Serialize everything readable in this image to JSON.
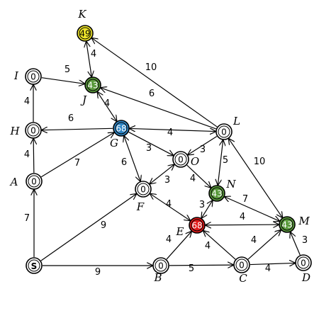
{
  "colors": {
    "default_fill": "#ffffff",
    "K": "#f0e62a",
    "J": "#5a9a3c",
    "G": "#2f86c6",
    "N": "#5a9a3c",
    "M": "#5a9a3c",
    "E": "#e01818",
    "edge": "#000000"
  },
  "nodes": [
    {
      "id": "K",
      "label": "K",
      "value": "49",
      "fill_key": "K",
      "text_color": "#000000"
    },
    {
      "id": "I",
      "label": "I",
      "value": "0"
    },
    {
      "id": "J",
      "label": "J",
      "value": "43",
      "fill_key": "J",
      "text_color": "#ffffff"
    },
    {
      "id": "H",
      "label": "H",
      "value": "0"
    },
    {
      "id": "G",
      "label": "G",
      "value": "68",
      "fill_key": "G",
      "text_color": "#ffffff"
    },
    {
      "id": "L",
      "label": "L",
      "value": "0"
    },
    {
      "id": "A",
      "label": "A",
      "value": "0"
    },
    {
      "id": "O",
      "label": "O",
      "value": "0"
    },
    {
      "id": "F",
      "label": "F",
      "value": "0"
    },
    {
      "id": "N",
      "label": "N",
      "value": "43",
      "fill_key": "N",
      "text_color": "#ffffff"
    },
    {
      "id": "E",
      "label": "E",
      "value": "68",
      "fill_key": "E",
      "text_color": "#ffffff"
    },
    {
      "id": "M",
      "label": "M",
      "value": "43",
      "fill_key": "M",
      "text_color": "#ffffff"
    },
    {
      "id": "S",
      "label": "",
      "value": "S"
    },
    {
      "id": "B",
      "label": "B",
      "value": "0"
    },
    {
      "id": "C",
      "label": "C",
      "value": "0"
    },
    {
      "id": "D",
      "label": "D",
      "value": "0"
    }
  ],
  "edges": [
    {
      "from": "S",
      "to": "A",
      "weight": "7",
      "dir": "forward"
    },
    {
      "from": "A",
      "to": "H",
      "weight": "4",
      "dir": "forward"
    },
    {
      "from": "H",
      "to": "I",
      "weight": "4",
      "dir": "forward"
    },
    {
      "from": "I",
      "to": "J",
      "weight": "5",
      "dir": "forward"
    },
    {
      "from": "J",
      "to": "K",
      "weight": "4",
      "dir": "both"
    },
    {
      "from": "L",
      "to": "K",
      "weight": "10",
      "dir": "forward"
    },
    {
      "from": "L",
      "to": "J",
      "weight": "6",
      "dir": "forward"
    },
    {
      "from": "G",
      "to": "J",
      "weight": "4",
      "dir": "both"
    },
    {
      "from": "G",
      "to": "H",
      "weight": "6",
      "dir": "forward"
    },
    {
      "from": "A",
      "to": "G",
      "weight": "7",
      "dir": "forward"
    },
    {
      "from": "G",
      "to": "L",
      "weight": "4",
      "dir": "both"
    },
    {
      "from": "G",
      "to": "O",
      "weight": "3",
      "dir": "forward"
    },
    {
      "from": "G",
      "to": "F",
      "weight": "6",
      "dir": "both"
    },
    {
      "from": "F",
      "to": "O",
      "weight": "3",
      "dir": "both"
    },
    {
      "from": "L",
      "to": "O",
      "weight": "3",
      "dir": "forward"
    },
    {
      "from": "L",
      "to": "N",
      "weight": "5",
      "dir": "both"
    },
    {
      "from": "L",
      "to": "M",
      "weight": "10",
      "dir": "both"
    },
    {
      "from": "O",
      "to": "N",
      "weight": "4",
      "dir": "forward"
    },
    {
      "from": "N",
      "to": "E",
      "weight": "3",
      "dir": "both"
    },
    {
      "from": "N",
      "to": "M",
      "weight": "7",
      "dir": "both"
    },
    {
      "from": "F",
      "to": "E",
      "weight": "4",
      "dir": "both"
    },
    {
      "from": "E",
      "to": "M",
      "weight": "4",
      "dir": "both"
    },
    {
      "from": "S",
      "to": "F",
      "weight": "9",
      "dir": "forward"
    },
    {
      "from": "S",
      "to": "B",
      "weight": "9",
      "dir": "forward"
    },
    {
      "from": "B",
      "to": "E",
      "weight": "4",
      "dir": "forward"
    },
    {
      "from": "B",
      "to": "C",
      "weight": "5",
      "dir": "forward"
    },
    {
      "from": "C",
      "to": "E",
      "weight": "4",
      "dir": "forward"
    },
    {
      "from": "C",
      "to": "M",
      "weight": "4",
      "dir": "forward"
    },
    {
      "from": "C",
      "to": "D",
      "weight": "4",
      "dir": "forward"
    },
    {
      "from": "D",
      "to": "M",
      "weight": "3",
      "dir": "forward"
    }
  ]
}
